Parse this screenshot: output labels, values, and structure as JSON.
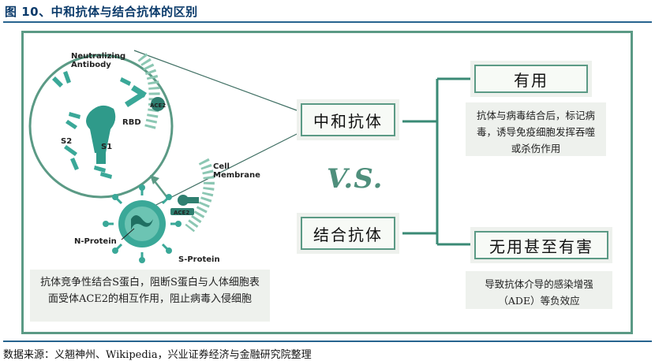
{
  "figure_title": "图 10、中和抗体与结合抗体的区别",
  "source": "数据来源：义翘神州、Wikipedia，兴业证券经济与金融研究院整理",
  "illustration": {
    "neutralizing_antibody": "Neutralizing",
    "neutralizing_antibody_2": "Antibody",
    "ace2_top": "ACE2",
    "rbd": "RBD",
    "s2": "S2",
    "s1": "S1",
    "cell_membrane": "Cell",
    "cell_membrane_2": "Membrane",
    "ace2_bottom": "ACE2",
    "n_protein": "N-Protein",
    "s_protein": "S-Protein"
  },
  "left_caption": "抗体竞争性结合S蛋白，阻断S蛋白与人体细胞表面受体ACE2的相互作用，阻止病毒入侵细胞",
  "vs_text": "V.S.",
  "neutralizing_label": "中和抗体",
  "binding_label": "结合抗体",
  "useful_label": "有用",
  "useful_desc": "抗体与病毒结合后，标记病毒，诱导免疫细胞发挥吞噬或杀伤作用",
  "harmful_label": "无用甚至有害",
  "harmful_desc": "导致抗体介导的感染增强（ADE）等负效应",
  "colors": {
    "teal": "#5b9a85",
    "virus": "#3aa898",
    "title": "#0a3a6a",
    "panel": "#eef1ed"
  }
}
